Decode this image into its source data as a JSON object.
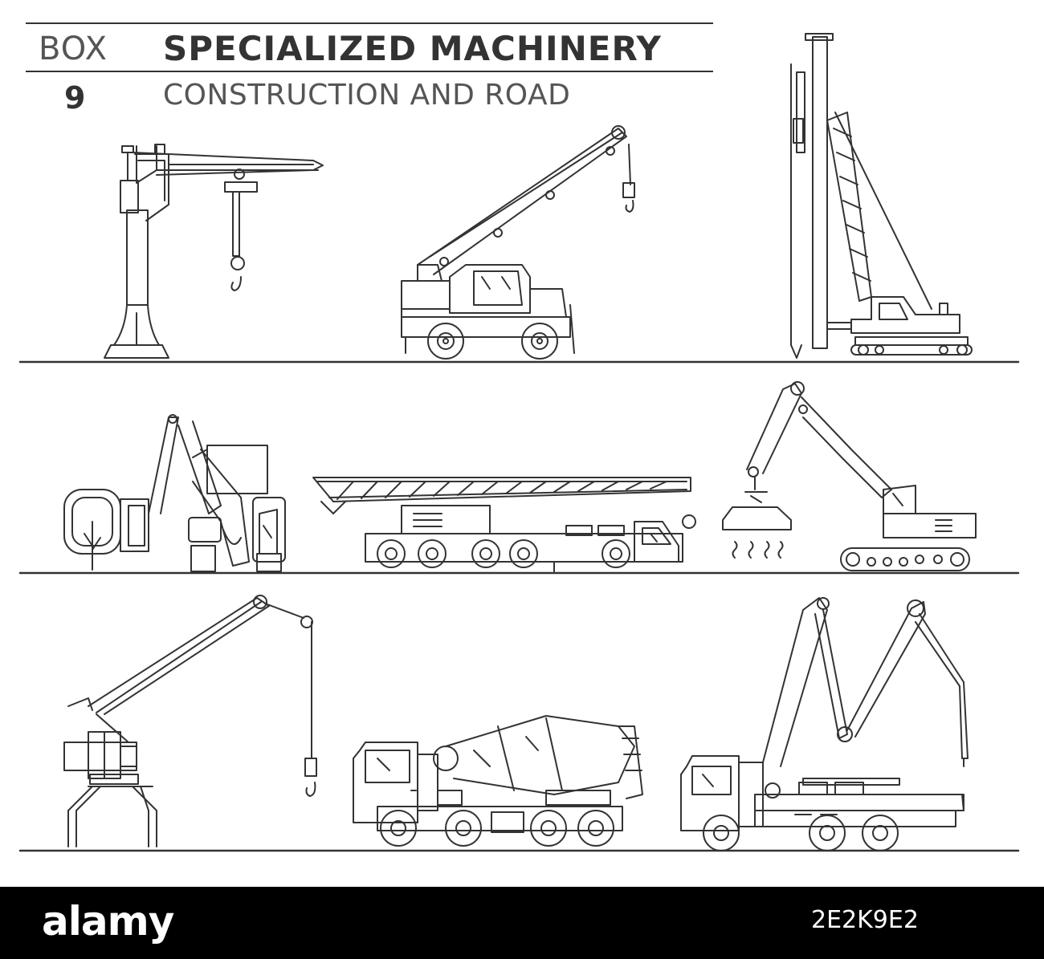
{
  "header": {
    "box_label": "BOX",
    "box_number": "9",
    "title": "SPECIALIZED MACHINERY",
    "subtitle": "CONSTRUCTION AND ROAD"
  },
  "rows": [
    {
      "machines": [
        "jib-crane",
        "mobile-crane",
        "pile-driver"
      ]
    },
    {
      "machines": [
        "forestry-harvester",
        "lattice-boom-truck",
        "excavator-magnet"
      ]
    },
    {
      "machines": [
        "portal-crane",
        "concrete-mixer-truck",
        "concrete-pump-truck"
      ]
    }
  ],
  "footer": {
    "brand": "alamy",
    "image_id": "2E2K9E2"
  },
  "colors": {
    "line_art": "#333333",
    "background": "#ffffff",
    "footer_bg": "#000000"
  }
}
